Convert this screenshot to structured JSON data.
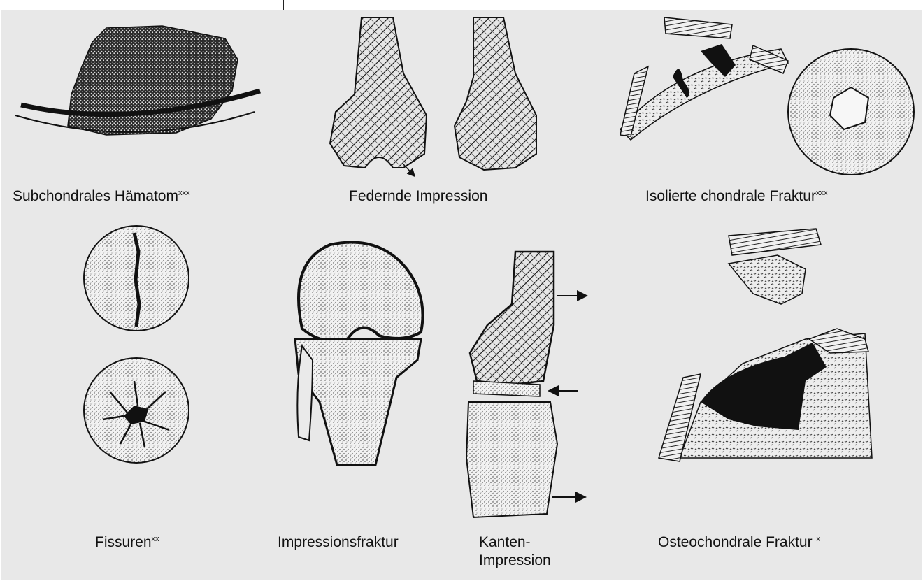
{
  "labels": {
    "subchondral_hematoma": "Subchondrales Hämatom",
    "subchondral_hematoma_mark": "xxx",
    "springy_impression": "Federnde Impression",
    "isolated_chondral_fracture": "Isolierte chondrale Fraktur",
    "isolated_chondral_fracture_mark": "xxx",
    "fissures": "Fissuren",
    "fissures_mark": "xx",
    "impression_fracture": "Impressionsfraktur",
    "edge_impression_line1": "Kanten-",
    "edge_impression_line2": "Impression",
    "osteochondral_fracture": "Osteochondrale Fraktur ",
    "osteochondral_fracture_mark": "x"
  }
}
